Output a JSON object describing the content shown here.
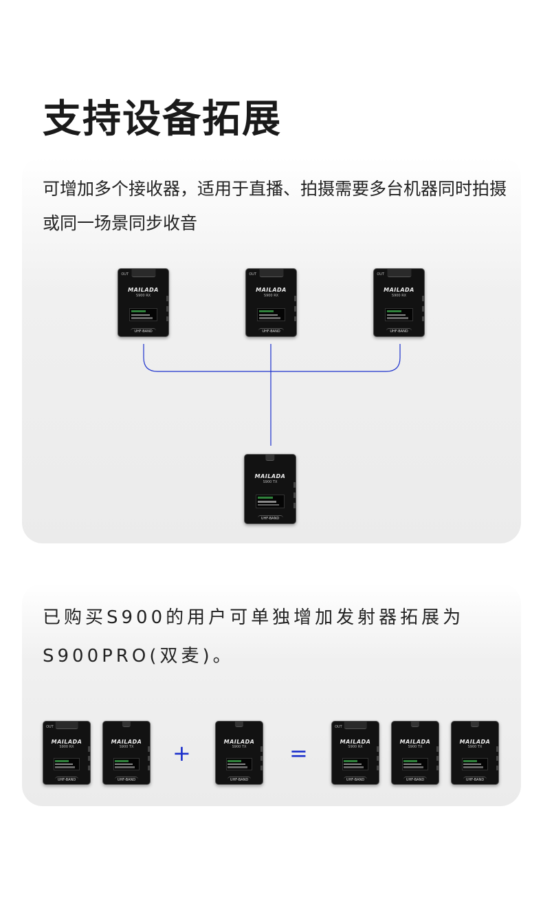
{
  "title": "支持设备拓展",
  "section1": {
    "description": "可增加多个接收器，适用于直播、拍摄需要多台机器同时拍摄或同一场景同步收音",
    "receivers": [
      {
        "brand": "MAILADA",
        "model": "S900 RX",
        "band": "UHF-BAND",
        "port": "OUT"
      },
      {
        "brand": "MAILADA",
        "model": "S900 RX",
        "band": "UHF-BAND",
        "port": "OUT"
      },
      {
        "brand": "MAILADA",
        "model": "S900 RX",
        "band": "UHF-BAND",
        "port": "OUT"
      }
    ],
    "transmitter": {
      "brand": "MAILADA",
      "model": "S900 TX",
      "band": "UHF-BAND"
    },
    "line_color": "#1a2fcc"
  },
  "section2": {
    "description": "已购买S900的用户可单独增加发射器拓展为S900PRO(双麦)。",
    "plus": "+",
    "equals": "=",
    "devices": {
      "rx": {
        "brand": "MAILADA",
        "model": "S900 RX",
        "band": "UHF-BAND",
        "port": "OUT"
      },
      "tx": {
        "brand": "MAILADA",
        "model": "S900 TX",
        "band": "UHF-BAND"
      }
    }
  }
}
